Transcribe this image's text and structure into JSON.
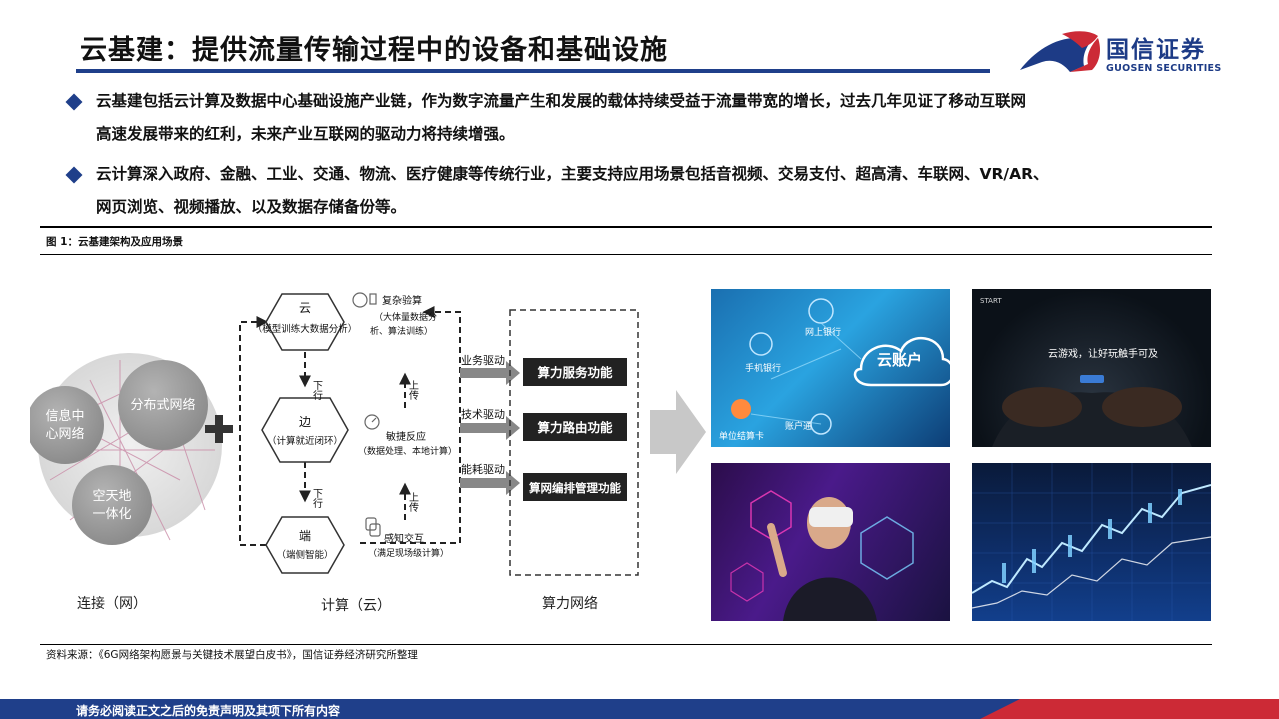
{
  "header": {
    "title": "云基建：提供流量传输过程中的设备和基础设施",
    "logo_name": "国信证券",
    "logo_en": "GUOSEN SECURITIES"
  },
  "bullets": [
    {
      "line1": "云基建包括云计算及数据中心基础设施产业链，作为数字流量产生和发展的载体持续受益于流量带宽的增长，过去几年见证了移动互联网",
      "line2": "高速发展带来的红利，未来产业互联网的驱动力将持续增强。"
    },
    {
      "line1": "云计算深入政府、金融、工业、交通、物流、医疗健康等传统行业，主要支持应用场景包括音视频、交易支付、超高清、车联网、VR/AR、",
      "line2": "网页浏览、视频播放、以及数据存储备份等。"
    }
  ],
  "figure": {
    "label": "图 1：云基建架构及应用场景",
    "network": {
      "nodes": [
        "信息中心网络",
        "分布式网络",
        "空天地一体化"
      ],
      "caption": "连接（网）"
    },
    "compute": {
      "cloud": {
        "name": "云",
        "desc": "（模型训练大数据分析）"
      },
      "edge": {
        "name": "边",
        "desc": "（计算就近闭环）"
      },
      "device": {
        "name": "端",
        "desc": "（端侧智能）"
      },
      "down_label": "下行",
      "up_label": "上传",
      "right_items": [
        {
          "name": "复杂验算",
          "desc": "（大体量数据分析、算法训练）"
        },
        {
          "name": "敏捷反应",
          "desc": "（数据处理、本地计算）"
        },
        {
          "name": "感知交互",
          "desc": "（满足现场级计算）"
        }
      ],
      "caption": "计算（云）"
    },
    "power": {
      "drivers": [
        "业务驱动",
        "技术驱动",
        "能耗驱动"
      ],
      "functions": [
        "算力服务功能",
        "算力路由功能",
        "算网编排管理功能"
      ],
      "caption": "算力网络"
    },
    "photos": {
      "cloud_account": "云账户",
      "online_bank": "网上银行",
      "mobile_bank": "手机银行",
      "unit_card": "单位结算卡",
      "account_pass": "账户通",
      "game_brand": "START",
      "game_slogan": "云游戏，让好玩触手可及"
    }
  },
  "source": "资料来源：《6G网络架构愿景与关键技术展望白皮书》，国信证券经济研究所整理",
  "footer": "请务必阅读正文之后的免责声明及其项下所有内容"
}
